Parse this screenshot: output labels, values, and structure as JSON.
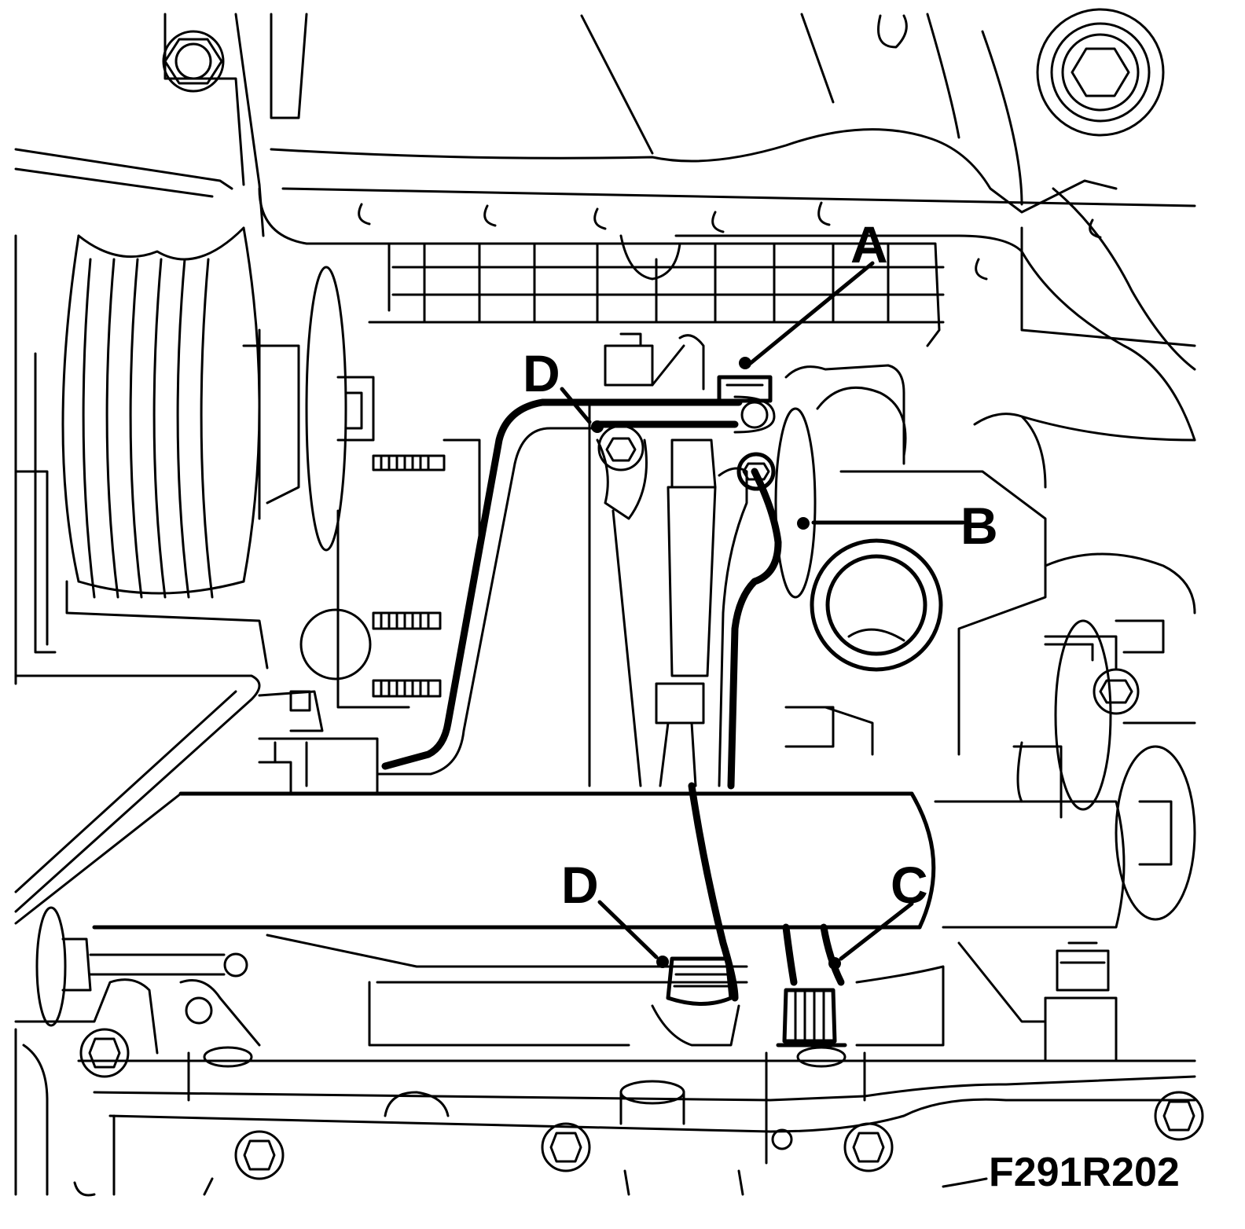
{
  "labels": {
    "a": "A",
    "b": "B",
    "c": "C",
    "d_upper": "D",
    "d_lower": "D"
  },
  "figure_code": "F291R202",
  "colors": {
    "ink": "#000000",
    "paper": "#ffffff"
  }
}
